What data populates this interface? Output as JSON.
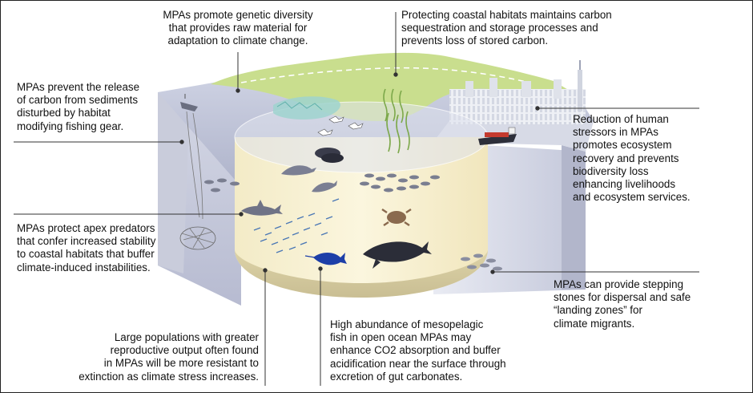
{
  "figure": {
    "callouts": {
      "genetic_diversity": "MPAs promote genetic diversity\nthat provides raw material for\nadaptation to climate change.",
      "coastal_habitats": "Protecting coastal habitats maintains carbon\nsequestration and storage processes and\nprevents loss of stored carbon.",
      "sediment_carbon": "MPAs prevent the release\nof carbon from sediments\ndisturbed by habitat\nmodifying fishing gear.",
      "human_stressors": "Reduction of human\nstressors in MPAs\npromotes ecosystem\nrecovery and prevents\nbiodiversity loss\nenhancing livelihoods\nand ecosystem services.",
      "apex_predators": "MPAs protect apex predators\nthat confer increased stability\nto coastal habitats that buffer\nclimate-induced instabilities.",
      "stepping_stones": "MPAs can provide stepping\nstones for dispersal and safe\n“landing zones” for\nclimate migrants.",
      "large_populations": "Large populations with greater\nreproductive output often found\nin MPAs will be more resistant to\nextinction as climate stress increases.",
      "mesopelagic": "High abundance of mesopelagic\nfish in open ocean MPAs may\nenhance CO2 absorption and buffer\nacidification near the surface through\nexcretion of gut carbonates."
    },
    "colors": {
      "ocean_block_side": "#bfc3d8",
      "protected_water": "#f7f0cf",
      "coastline_green": "#c5dc8a",
      "leader_lines": "#333333",
      "marlin_blue": "#1d3fa8"
    }
  }
}
